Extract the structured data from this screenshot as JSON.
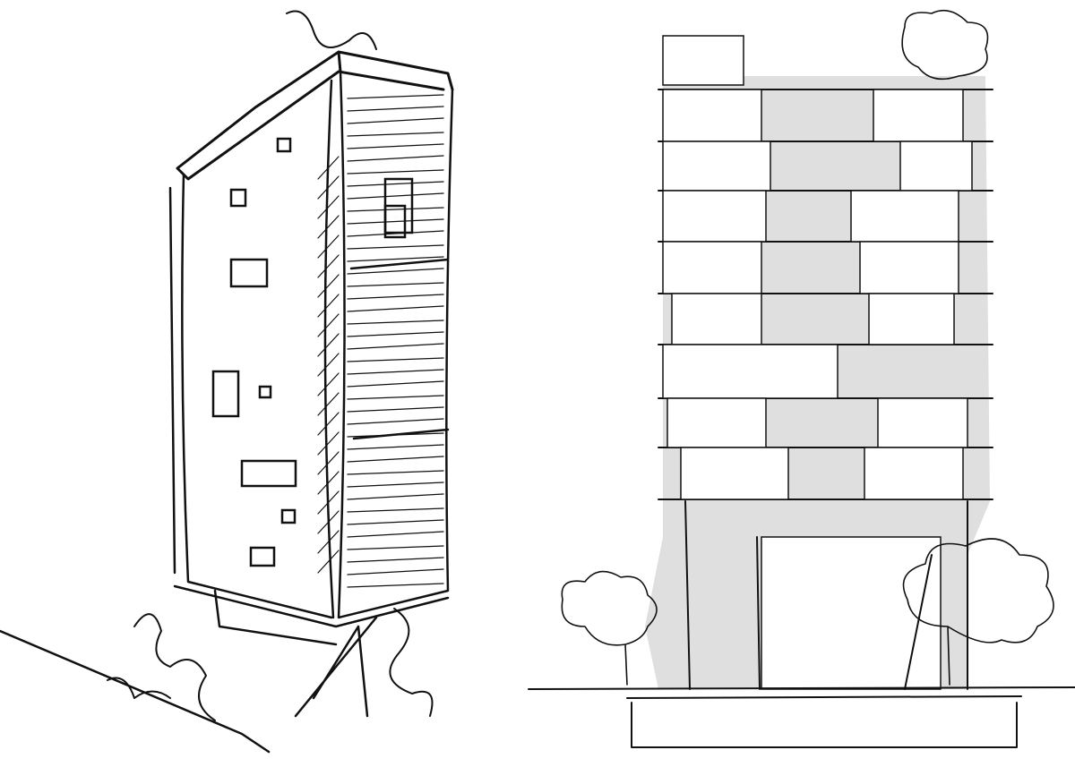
{
  "colors": {
    "paper": "#ffffff",
    "ink": "#111111",
    "pencil_shade": "#d9d9d9"
  },
  "sketches": [
    {
      "id": "perspective",
      "subject": "tower-perspective-sketch"
    },
    {
      "id": "section",
      "subject": "tower-section-elevation-sketch"
    }
  ]
}
